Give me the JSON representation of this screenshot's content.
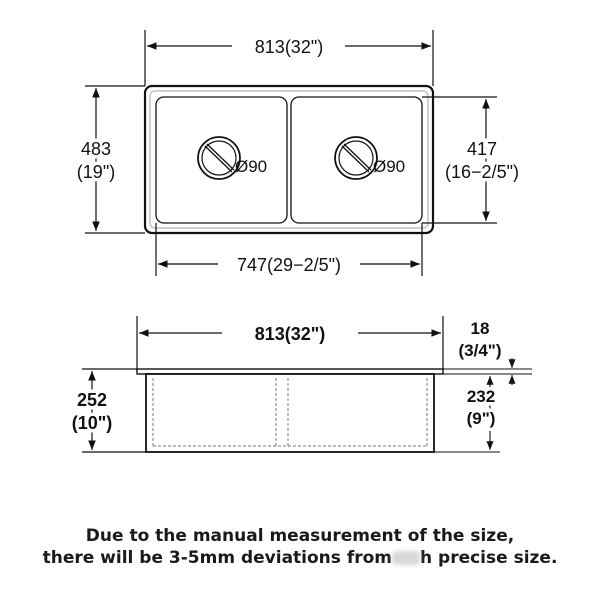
{
  "top_view": {
    "width_label": "813(32\")",
    "height_mm": "483",
    "height_in": "(19\")",
    "inner_height_mm": "417",
    "inner_height_in": "(16−2/5\")",
    "inner_width_label": "747(29−2/5\")",
    "left_drain_label": "Ø90",
    "right_drain_label": "Ø90"
  },
  "side_view": {
    "width_label": "813(32\")",
    "flange_mm": "18",
    "flange_in": "(3/4\")",
    "depth_mm": "252",
    "depth_in": "(10\")",
    "bowl_depth_mm": "232",
    "bowl_depth_in": "(9\")"
  },
  "note": {
    "line1": "Due to the manual measurement of the size,",
    "line2_start": "there will be 3-5mm deviations from",
    "line2_end": "h precise size."
  },
  "colors": {
    "line": "#111111",
    "fill": "#ffffff",
    "shadow": "#cfcfcf",
    "text": "#111111"
  }
}
